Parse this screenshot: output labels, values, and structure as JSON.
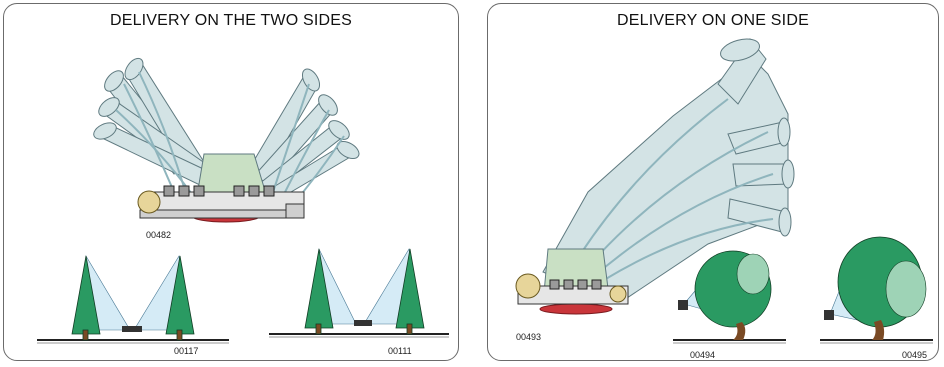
{
  "panels": [
    {
      "title": "DELIVERY ON THE TWO SIDES",
      "codes": {
        "sprayer": "00482",
        "trees_a": "00117",
        "trees_b": "00111"
      }
    },
    {
      "title": "DELIVERY ON ONE SIDE",
      "codes": {
        "sprayer": "00493",
        "tree_a": "00494",
        "tree_b": "00495"
      }
    }
  ],
  "colors": {
    "frame": "#6b6b6b",
    "duct": "#d3e3e5",
    "duct_outline": "#5f7a80",
    "hose": "#8fb5bd",
    "pump": "#c9e0c4",
    "base_red": "#c9353a",
    "tree_green": "#2a9a62",
    "spray_blue": "#d5ebf6",
    "trunk": "#7a4a24",
    "ground": "#222222"
  }
}
